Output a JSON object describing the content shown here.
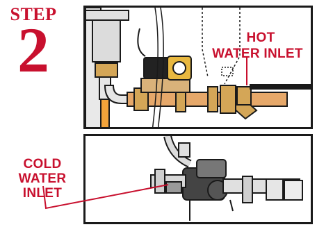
{
  "step": {
    "word": "STEP",
    "number": "2"
  },
  "labels": {
    "hot_line1": "HOT",
    "hot_line2": "WATER INLET",
    "cold_line1": "COLD",
    "cold_line2": "WATER INLET"
  },
  "colors": {
    "accent_red": "#c8102e",
    "brass": "#d4a657",
    "copper": "#e6a86a",
    "orange_pipe": "#f2a33a",
    "valve_black": "#222222",
    "frame": "#1a1a1a"
  }
}
